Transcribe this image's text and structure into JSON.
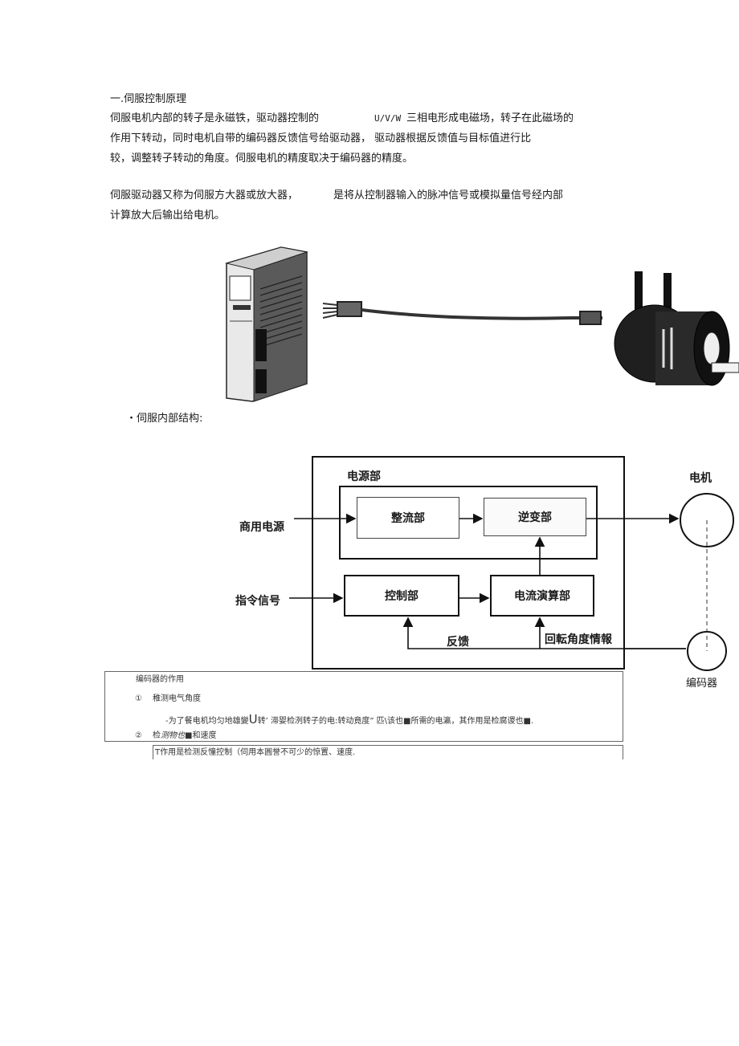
{
  "section": {
    "heading": "一.伺服控制原理",
    "para1_a": "伺服电机内部的转子是永磁铁，驱动器控制的",
    "para1_uvw": "U/V/W",
    "para1_b": "三相电形成电磁场，转子在此磁场的",
    "para1_line2": "作用下转动，同时电机自带的编码器反馈信号给驱动器，  驱动器根据反馈值与目标值进行比",
    "para1_line3": "较，调整转子转动的角度。伺服电机的精度取决于编码器的精度。",
    "para2_a": "伺服驱动器又称为伺服方大器或放大器，",
    "para2_b": "是将从控制器输入的脉冲信号或模拟量信号经内部",
    "para2_line2": "计算放大后输出给电机。"
  },
  "structure_label": "・伺服内部结构:",
  "diagram": {
    "power_section": "电源部",
    "motor": "电机",
    "commercial_power": "商用电源",
    "rectifier": "整流部",
    "inverter": "逆变部",
    "command_signal": "指令信号",
    "control": "控制部",
    "current_calc": "电流演算部",
    "feedback": "反馈",
    "rotation_info": "回転角度情報",
    "encoder": "编码器"
  },
  "encoder_box": {
    "title": "编码器的作用",
    "item1_num": "①",
    "item1_label": "稚测电气角度",
    "item1_detail_a": "-为了餐电机均匀地雄變",
    "item1_detail_u": "U",
    "item1_detail_b": "转’  滞婴检洌转子的电:转动竟度”  匹\\该也■所需的电瀛，其作用是检腐谡也■.",
    "item2_num": "②",
    "item2_label_a": "检",
    "item2_label_i": "测物也",
    "item2_label_b": "■和速度",
    "note": "T作用是检测反憧控制（伺用本圓誉不可少的惊置、速度."
  },
  "colors": {
    "text": "#1a1a1a",
    "line": "#111111",
    "inner_box": "#fafafa"
  }
}
